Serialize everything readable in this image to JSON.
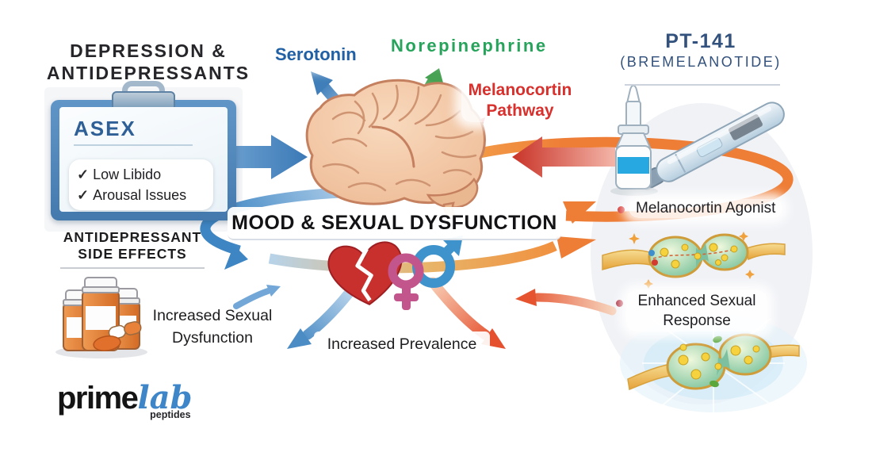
{
  "left": {
    "title1": "DEPRESSION &",
    "title2": "ANTIDEPRESSANTS",
    "clipboard": {
      "heading": "ASEX",
      "items": [
        {
          "check": "✓",
          "label": "Low Libido"
        },
        {
          "check": "✓",
          "label": "Arousal Issues"
        }
      ]
    },
    "side_effects1": "ANTIDEPRESSANT",
    "side_effects2": "SIDE EFFECTS",
    "dysfunction1": "Increased Sexual",
    "dysfunction2": "Dysfunction"
  },
  "brain_labels": {
    "serotonin": "Serotonin",
    "norepinephrine": "Norepinephrine",
    "melanocortin1": "Melanocortin",
    "melanocortin2": "Pathway"
  },
  "center": {
    "main_title": "MOOD & SEXUAL DYSFUNCTION",
    "prevalence": "Increased Prevalence"
  },
  "right": {
    "title": "PT-141",
    "subtitle": "(BREMELANOTIDE)",
    "bullet1": "Melanocortin Agonist",
    "bullet2_line1": "Enhanced Sexual",
    "bullet2_line2": "Response"
  },
  "logo": {
    "prime": "prime",
    "lab": "lab",
    "tagline": "peptides"
  },
  "colors": {
    "serotonin_blue": "#2160a4",
    "norepinephrine_green": "#27a35c",
    "melanocortin_red": "#d8302c",
    "pt141_navy": "#32517c",
    "arrow_blue": "#4181bd",
    "arrow_orange": "#ef7d36",
    "arrow_red": "#c93328",
    "heart_red": "#c42b31",
    "female_pink": "#c2558b",
    "male_blue": "#3f93cc"
  }
}
